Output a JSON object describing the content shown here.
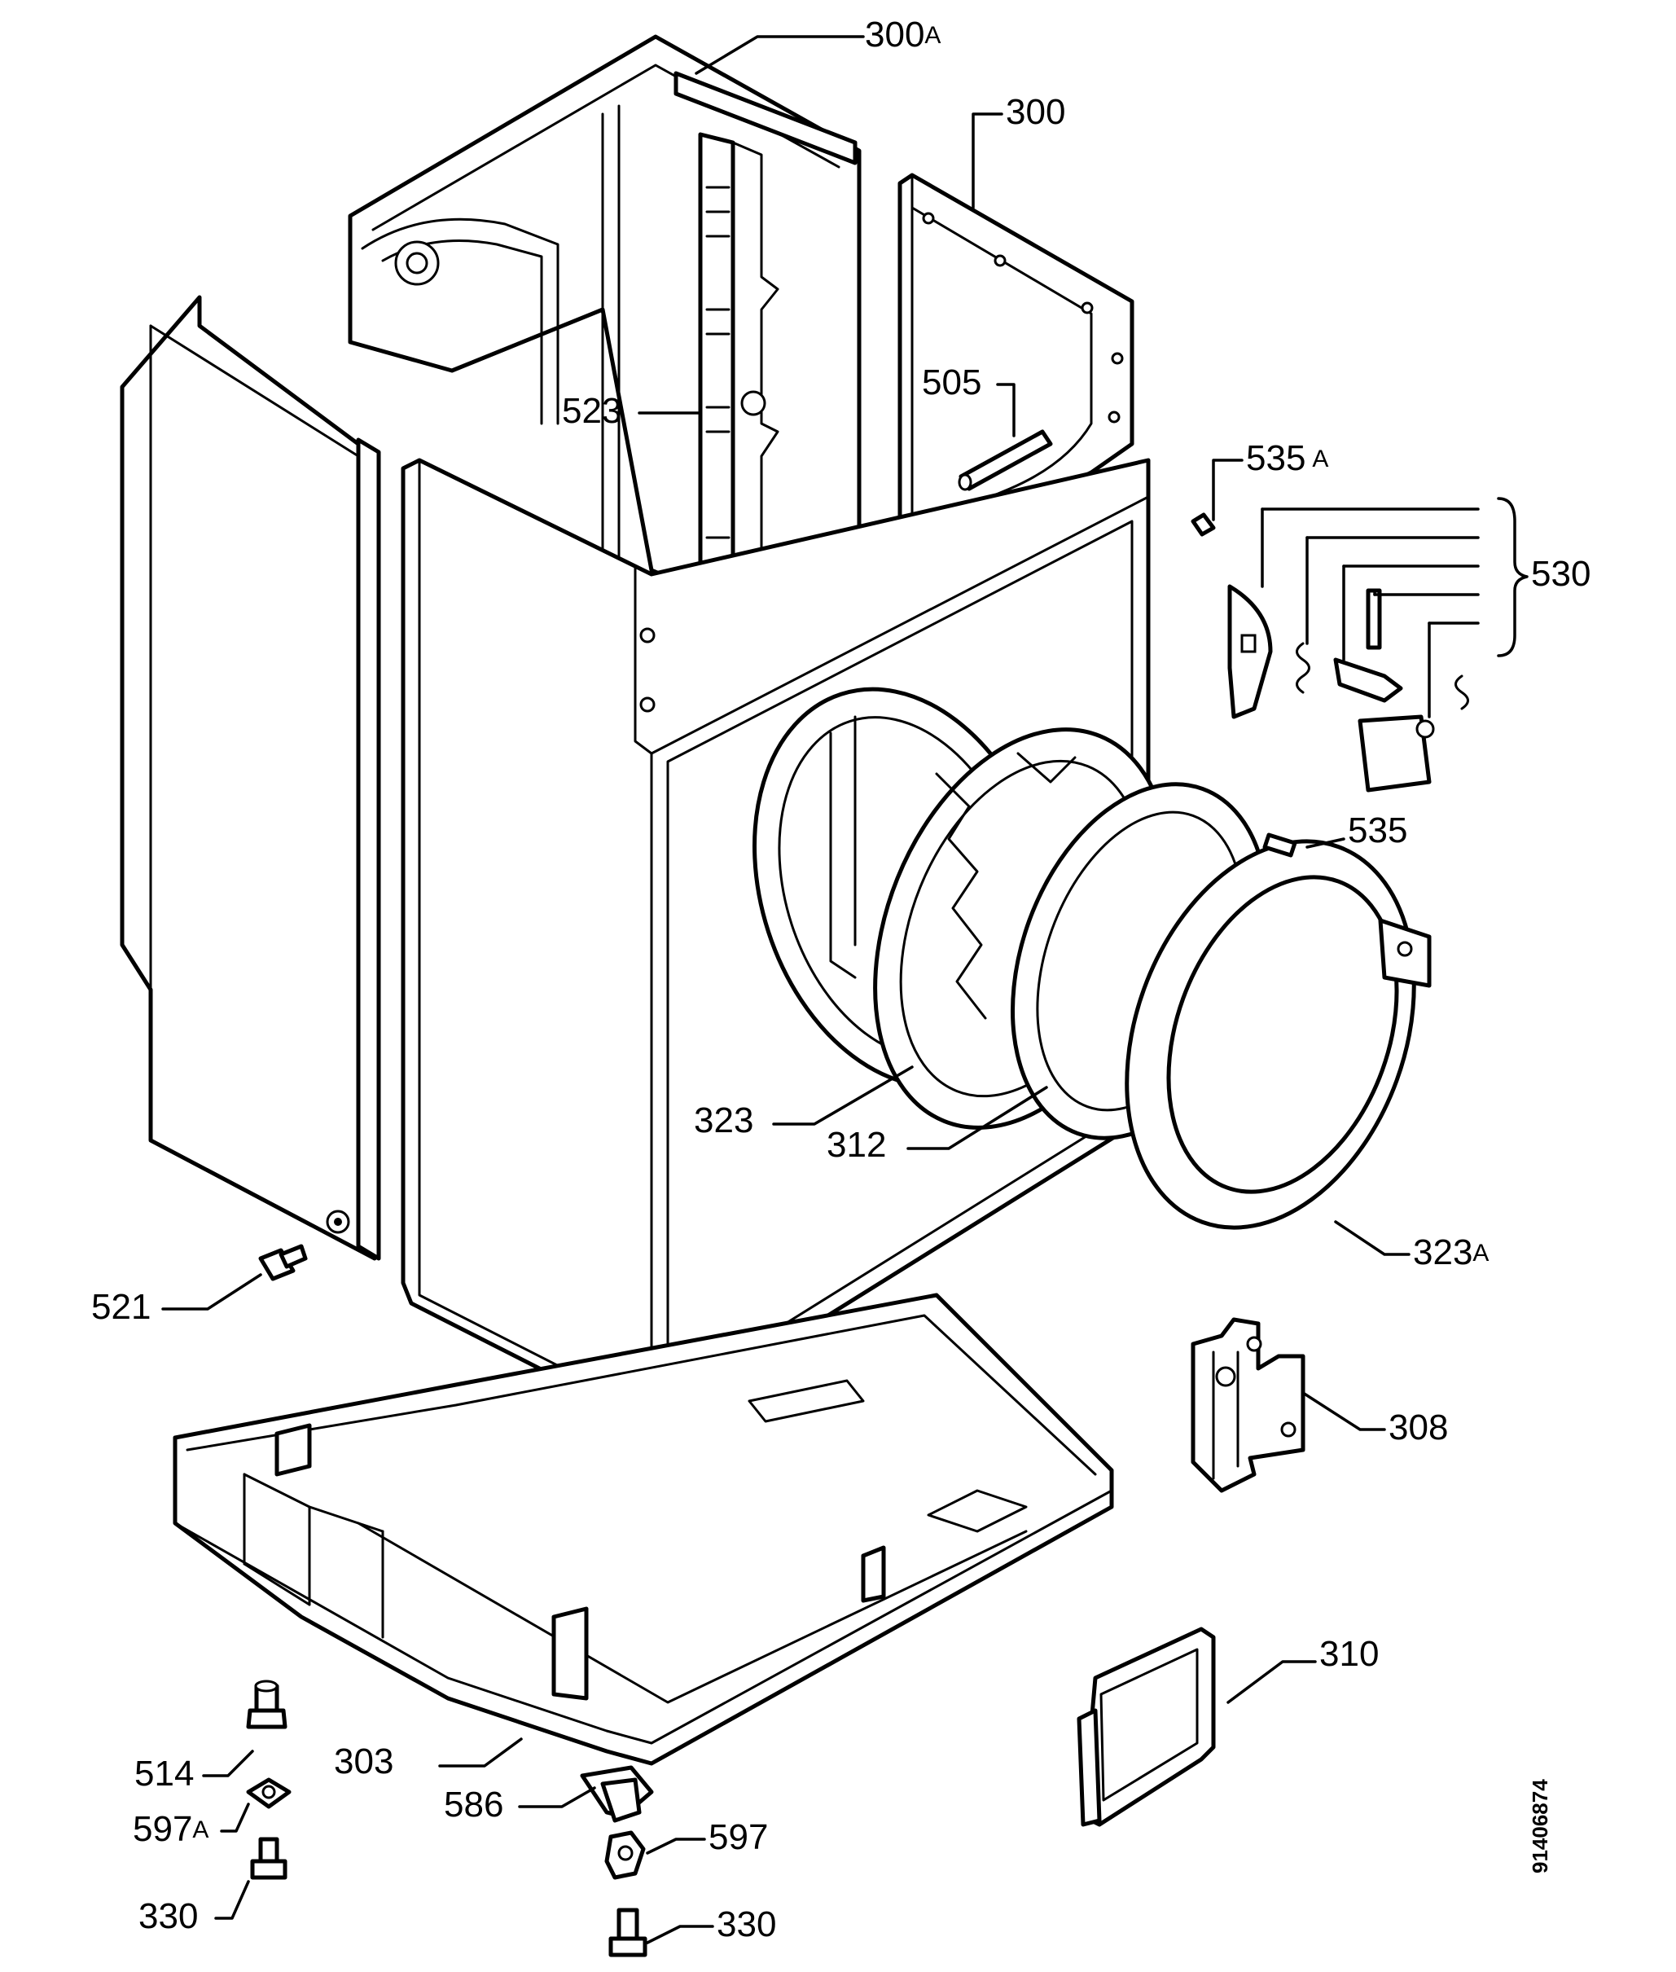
{
  "figure": {
    "type": "exploded-parts-diagram",
    "colors": {
      "line": "#000000",
      "background": "#ffffff"
    },
    "document_number": "91406874"
  },
  "parts": [
    {
      "id": "p300a",
      "number": "300",
      "suffix": "A"
    },
    {
      "id": "p300",
      "number": "300",
      "suffix": ""
    },
    {
      "id": "p523",
      "number": "523",
      "suffix": ""
    },
    {
      "id": "p505",
      "number": "505",
      "suffix": ""
    },
    {
      "id": "p535a",
      "number": "535",
      "suffix": "A"
    },
    {
      "id": "p530",
      "number": "530",
      "suffix": ""
    },
    {
      "id": "p535",
      "number": "535",
      "suffix": ""
    },
    {
      "id": "p323",
      "number": "323",
      "suffix": ""
    },
    {
      "id": "p312",
      "number": "312",
      "suffix": ""
    },
    {
      "id": "p323a",
      "number": "323",
      "suffix": "A"
    },
    {
      "id": "p521",
      "number": "521",
      "suffix": ""
    },
    {
      "id": "p308",
      "number": "308",
      "suffix": ""
    },
    {
      "id": "p310",
      "number": "310",
      "suffix": ""
    },
    {
      "id": "p514",
      "number": "514",
      "suffix": ""
    },
    {
      "id": "p303",
      "number": "303",
      "suffix": ""
    },
    {
      "id": "p597a",
      "number": "597",
      "suffix": "A"
    },
    {
      "id": "p586",
      "number": "586",
      "suffix": ""
    },
    {
      "id": "p597",
      "number": "597",
      "suffix": ""
    },
    {
      "id": "p330l",
      "number": "330",
      "suffix": ""
    },
    {
      "id": "p330r",
      "number": "330",
      "suffix": ""
    }
  ]
}
